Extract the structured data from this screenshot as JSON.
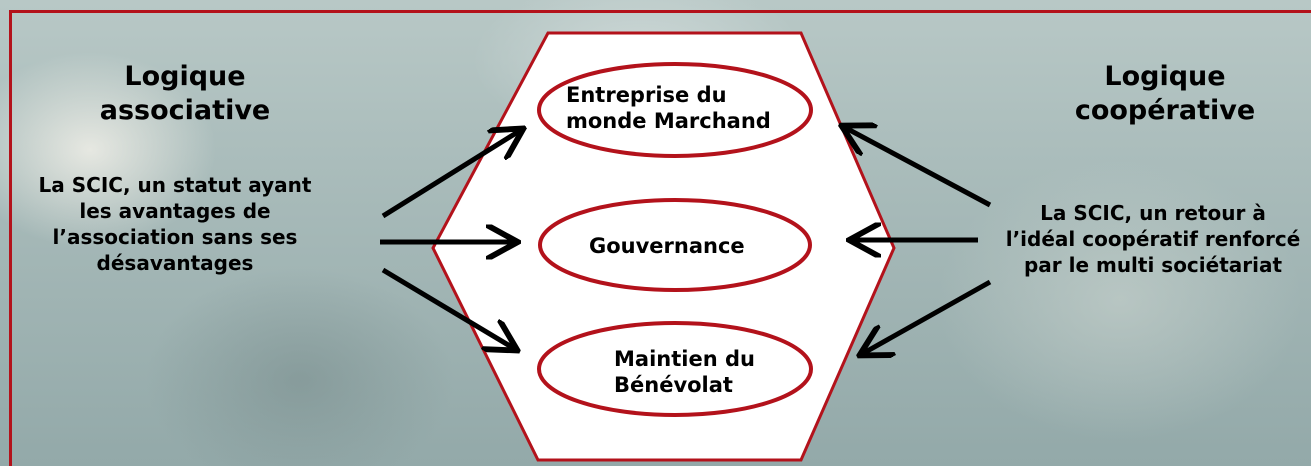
{
  "left": {
    "title_line1": "Logique",
    "title_line2": "associative",
    "text_lines": [
      "La SCIC, un statut ayant",
      "les avantages de",
      "l’association sans ses",
      "désavantages"
    ]
  },
  "right": {
    "title_line1": "Logique",
    "title_line2": "coopérative",
    "text_lines": [
      "La SCIC, un retour à",
      "l’idéal coopératif renforcé",
      "par le multi sociétariat"
    ]
  },
  "nodes": [
    {
      "line1": "Entreprise du",
      "line2": "monde Marchand"
    },
    {
      "line1": "Gouvernance",
      "line2": ""
    },
    {
      "line1": "Maintien du",
      "line2": "Bénévolat"
    }
  ],
  "colors": {
    "accent_red": "#b3121b",
    "hexagon_fill": "#ffffff",
    "text": "#000000"
  }
}
